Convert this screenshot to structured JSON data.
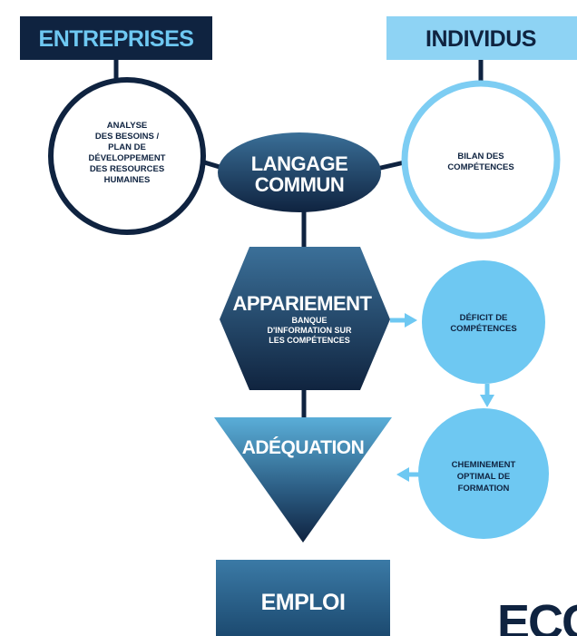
{
  "colors": {
    "navy": "#0f2340",
    "mid_blue": "#2f5f86",
    "light_blue": "#6ec8f2",
    "arrow_blue": "#6ec8f2"
  },
  "boxes": {
    "entreprises": "ENTREPRISES",
    "individus": "INDIVIDUS",
    "emploi": "EMPLOI"
  },
  "circles": {
    "analyse": [
      "ANALYSE",
      "DES BESOINS /",
      "PLAN DE",
      "DÉVELOPPEMENT",
      "DES RESOURCES",
      "HUMAINES"
    ],
    "bilan": [
      "BILAN DES",
      "COMPÉTENCES"
    ],
    "deficit": [
      "DÉFICIT DE",
      "COMPÉTENCES"
    ],
    "cheminement": [
      "CHEMINEMENT",
      "OPTIMAL DE",
      "FORMATION"
    ]
  },
  "shapes": {
    "langage": [
      "LANGAGE",
      "COMMUN"
    ],
    "appariement_title": "APPARIEMENT",
    "appariement_sub": [
      "BANQUE",
      "D'INFORMATION SUR",
      "LES COMPÉTENCES"
    ],
    "adequation": "ADÉQUATION"
  },
  "logo_partial": "ECC"
}
